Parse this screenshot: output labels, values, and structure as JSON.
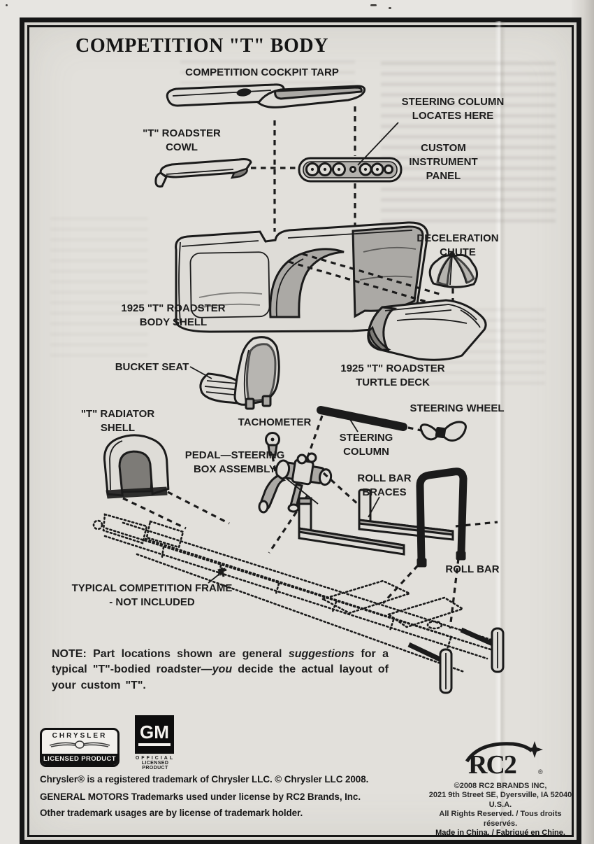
{
  "title": "COMPETITION \"T\" BODY",
  "labels": {
    "cockpit_tarp": "COMPETITION COCKPIT TARP",
    "roadster_cowl": "\"T\" ROADSTER\nCOWL",
    "steering_column_locates": "STEERING COLUMN\nLOCATES HERE",
    "instrument_panel": "CUSTOM\nINSTRUMENT\nPANEL",
    "deceleration_chute": "DECELERATION\nCHUTE",
    "body_shell": "1925 \"T\" ROADSTER\nBODY SHELL",
    "bucket_seat": "BUCKET SEAT",
    "turtle_deck": "1925 \"T\" ROADSTER\nTURTLE DECK",
    "radiator_shell": "\"T\" RADIATOR\nSHELL",
    "tachometer": "TACHOMETER",
    "pedal_steering_box": "PEDAL—STEERING\nBOX ASSEMBLY",
    "steering_wheel": "STEERING WHEEL",
    "steering_column": "STEERING\nCOLUMN",
    "roll_bar_braces": "ROLL BAR\nBRACES",
    "roll_bar": "ROLL BAR",
    "competition_frame": "TYPICAL COMPETITION FRAME\n- NOT INCLUDED"
  },
  "note": {
    "prefix": "NOTE:",
    "s1": " Part locations shown are general ",
    "i1": "suggestions",
    "s2": " for a typical \"T\"-bodied roadster—",
    "i2": "you",
    "s3": " decide the actual layout of your custom \"T\"."
  },
  "footer": {
    "chrysler_badge": {
      "brand": "CHRYSLER",
      "banner": "LICENSED PRODUCT"
    },
    "gm_badge": {
      "brand": "GM",
      "line1": "OFFICIAL",
      "line2": "LICENSED PRODUCT"
    },
    "legal": [
      "Chrysler® is a registered trademark of Chrysler LLC. © Chrysler LLC 2008.",
      "GENERAL MOTORS Trademarks used under license by RC2 Brands, Inc.",
      "Other trademark usages are by license of trademark holder."
    ],
    "rc2": {
      "logo": "RC2",
      "address1": "©2008 RC2 BRANDS INC,",
      "address2": "2021 9th Street SE, Dyersville, IA 52040 U.S.A.",
      "address3": "All Rights Reserved. / Tous droits réservés.",
      "address4": "Made in China. / Fabriqué en Chine."
    }
  },
  "colors": {
    "paper": "#e2e0db",
    "ink": "#1b1b1b",
    "shade_gray": "#aba9a5"
  }
}
